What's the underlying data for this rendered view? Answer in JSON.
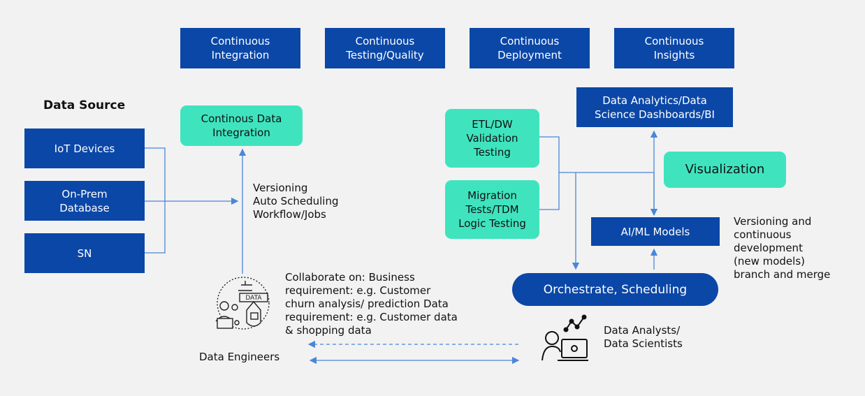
{
  "top_stages": [
    {
      "line1": "Continuous",
      "line2": "Integration"
    },
    {
      "line1": "Continuous",
      "line2": "Testing/Quality"
    },
    {
      "line1": "Continuous",
      "line2": "Deployment"
    },
    {
      "line1": "Continuous",
      "line2": "Insights"
    }
  ],
  "data_source": {
    "heading": "Data Source",
    "items": [
      {
        "line1": "IoT Devices",
        "line2": ""
      },
      {
        "line1": "On-Prem",
        "line2": "Database"
      },
      {
        "line1": "SN",
        "line2": ""
      }
    ]
  },
  "continuous_data_integration": {
    "line1": "Continous Data",
    "line2": "Integration"
  },
  "versioning_notes": [
    "Versioning",
    "Auto Scheduling",
    "Workflow/Jobs"
  ],
  "testing_boxes": [
    {
      "lines": [
        "ETL/DW",
        "Validation",
        "Testing"
      ]
    },
    {
      "lines": [
        "Migration",
        "Tests/TDM",
        "Logic Testing"
      ]
    }
  ],
  "analytics_box": {
    "line1": "Data Analytics/Data",
    "line2": "Science Dashboards/BI"
  },
  "visualization": "Visualization",
  "ai_ml": "AI/ML Models",
  "versioning_dev": [
    "Versioning and",
    "continuous",
    "development",
    "(new models)",
    "branch and merge"
  ],
  "orchestrate": "Orchestrate, Scheduling",
  "collaborate": [
    "Collaborate on: Business",
    "requirement: e.g. Customer",
    "churn analysis/ prediction Data",
    "requirement: e.g. Customer data",
    "& shopping data"
  ],
  "data_engineers": "Data Engineers",
  "data_analysts": [
    "Data Analysts/",
    "Data Scientists"
  ],
  "icon_label_data": "DATA",
  "colors": {
    "blue": "#0b47a7",
    "green": "#3fe4bf",
    "line": "#4a86d8"
  }
}
